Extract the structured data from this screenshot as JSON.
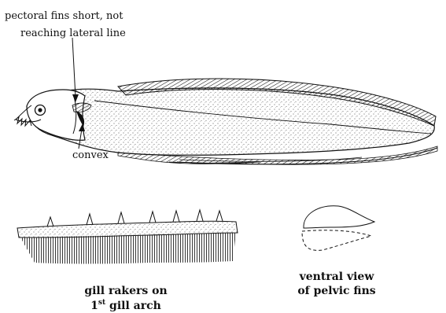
{
  "labels": {
    "pectoral_line1": "pectoral fins short, not",
    "pectoral_line2": "reaching lateral line",
    "convex": "convex"
  },
  "captions": {
    "gill_rakers_line1": "gill rakers on",
    "gill_arch_number": "1",
    "gill_arch_superscript": "st",
    "gill_arch_text": " gill arch",
    "ventral_line1": "ventral view",
    "ventral_line2": "of pelvic fins"
  },
  "colors": {
    "ink": "#111111",
    "background": "#ffffff"
  }
}
